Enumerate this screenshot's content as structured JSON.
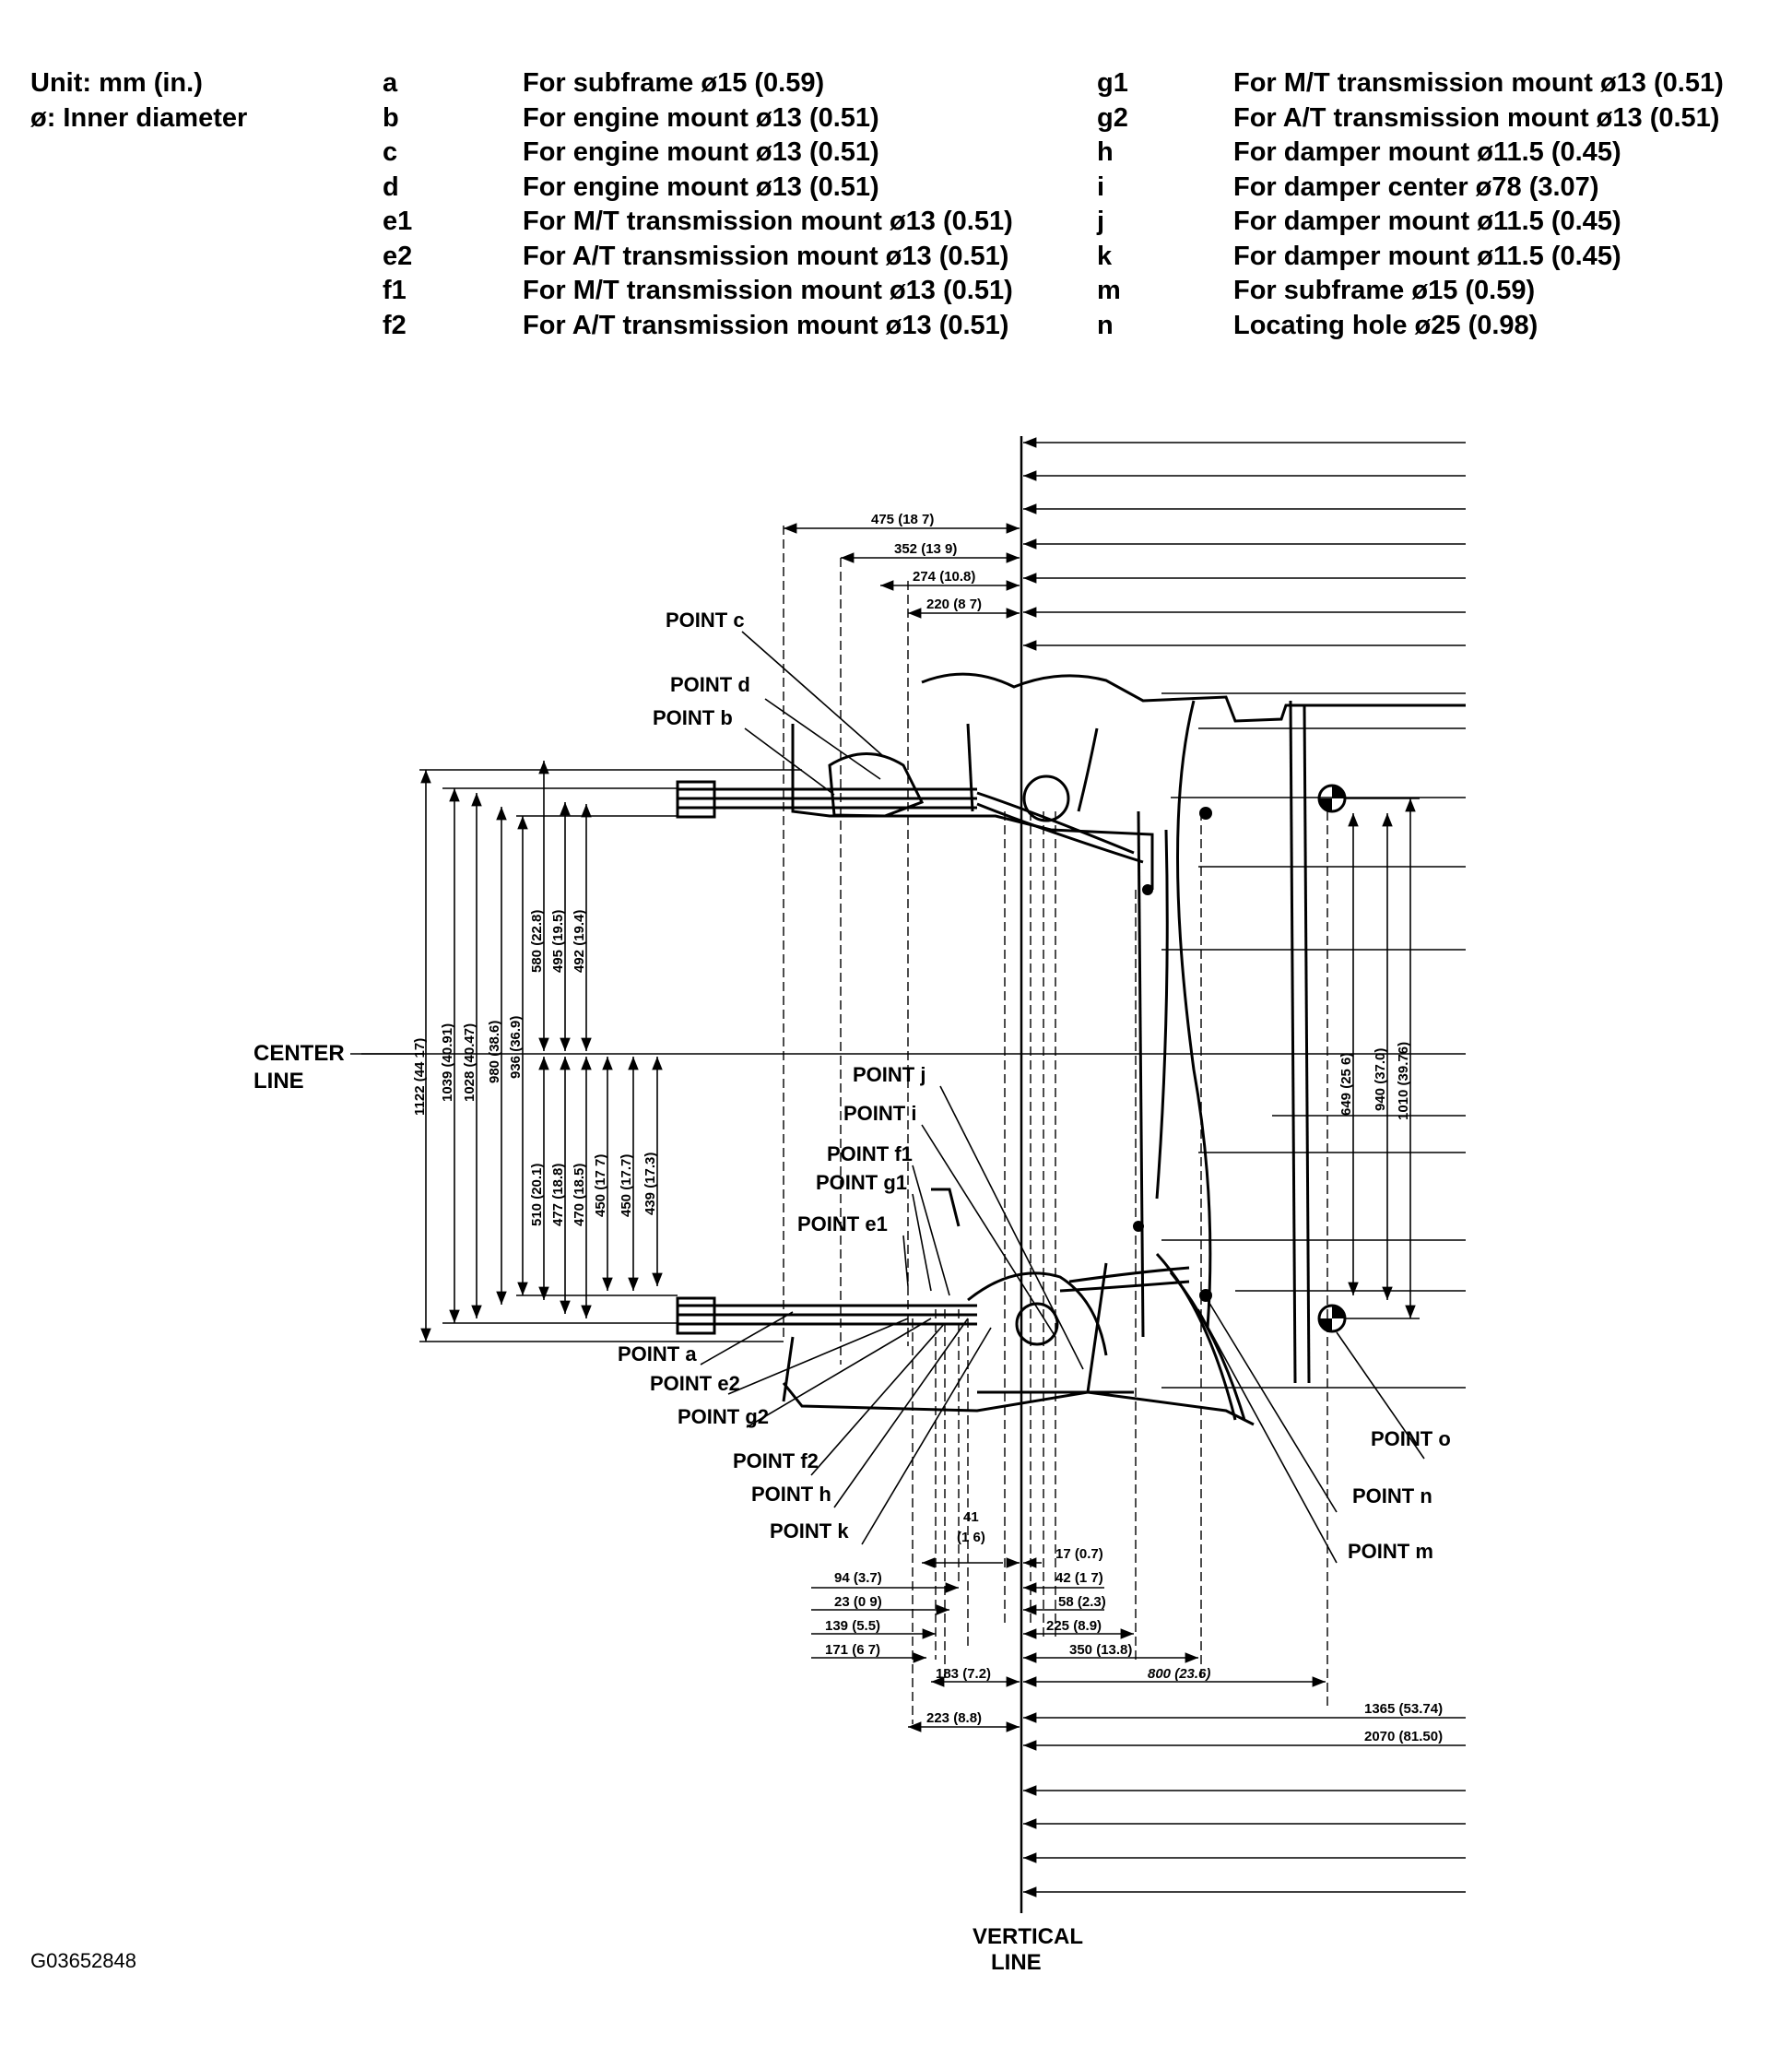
{
  "header": {
    "unit": "Unit: mm (in.)",
    "diameter_note": "ø: Inner diameter"
  },
  "legend_left": [
    {
      "key": "a",
      "text": "For subframe ø15 (0.59)"
    },
    {
      "key": "b",
      "text": "For engine mount ø13 (0.51)"
    },
    {
      "key": "c",
      "text": "For engine mount ø13 (0.51)"
    },
    {
      "key": "d",
      "text": "For engine mount ø13 (0.51)"
    },
    {
      "key": "e1",
      "text": "For M/T transmission mount ø13 (0.51)"
    },
    {
      "key": "e2",
      "text": "For A/T transmission mount ø13 (0.51)"
    },
    {
      "key": "f1",
      "text": "For M/T transmission mount ø13 (0.51)"
    },
    {
      "key": "f2",
      "text": "For A/T transmission mount ø13 (0.51)"
    }
  ],
  "legend_right": [
    {
      "key": "g1",
      "text": "For M/T transmission mount ø13 (0.51)"
    },
    {
      "key": "g2",
      "text": "For A/T transmission mount ø13 (0.51)"
    },
    {
      "key": "h",
      "text": "For damper mount ø11.5 (0.45)"
    },
    {
      "key": "i",
      "text": "For damper center ø78 (3.07)"
    },
    {
      "key": "j",
      "text": "For damper mount ø11.5 (0.45)"
    },
    {
      "key": "k",
      "text": "For damper mount ø11.5 (0.45)"
    },
    {
      "key": "m",
      "text": "For subframe ø15 (0.59)"
    },
    {
      "key": "n",
      "text": "Locating hole ø25 (0.98)"
    }
  ],
  "labels": {
    "center_line_1": "CENTER",
    "center_line_2": "LINE",
    "vertical_line_1": "VERTICAL",
    "vertical_line_2": "LINE",
    "drawing_code": "G03652848"
  },
  "points": {
    "c": "POINT c",
    "d": "POINT d",
    "b": "POINT b",
    "j": "POINT j",
    "i": "POINT i",
    "f1": "POINT f1",
    "g1": "POINT g1",
    "e1": "POINT e1",
    "a": "POINT a",
    "e2": "POINT e2",
    "g2": "POINT g2",
    "f2": "POINT f2",
    "h": "POINT h",
    "k": "POINT k",
    "o": "POINT o",
    "n": "POINT n",
    "m": "POINT m"
  },
  "dims_top": [
    "475 (18 7)",
    "352 (13 9)",
    "274 (10.8)",
    "220 (8 7)"
  ],
  "dims_left_vertical": [
    "1122 (44 17)",
    "1039 (40.91)",
    "1028 (40.47)",
    "980 (38.6)",
    "936 (36.9)"
  ],
  "dims_upper_vertical": [
    "580 (22.8)",
    "495 (19.5)",
    "492 (19.4)"
  ],
  "dims_lower_vertical": [
    "510 (20.1)",
    "477 (18.8)",
    "470 (18.5)",
    "450 (17 7)",
    "450 (17.7)",
    "439 (17.3)"
  ],
  "dims_right_vertical": [
    "649 (25 6)",
    "940 (37.0)",
    "1010 (39.76)"
  ],
  "dims_41": [
    "41",
    "(1 6)"
  ],
  "dims_bottom_left": [
    "94 (3.7)",
    "23 (0 9)",
    "139 (5.5)",
    "171 (6 7)",
    "183 (7.2)",
    "223 (8.8)"
  ],
  "dims_bottom_right": [
    "17 (0.7)",
    "42 (1 7)",
    "58 (2.3)",
    "225 (8.9)",
    "350 (13.8)",
    "800 (23.6)",
    "1365 (53.74)",
    "2070 (81.50)"
  ]
}
